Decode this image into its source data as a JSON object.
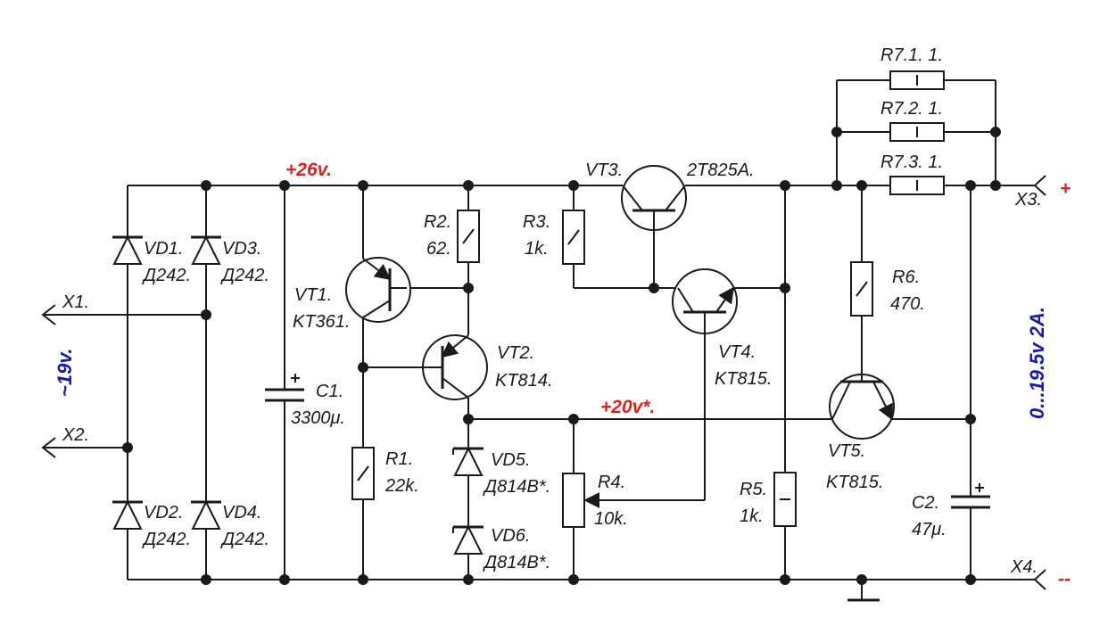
{
  "colors": {
    "wire": "#1a1a1a",
    "voltage_red": "#e02020",
    "voltage_blue": "#1a1aa8"
  },
  "labels": {
    "v26": "+26v.",
    "v20": "+20v*.",
    "v19": "~19v.",
    "vout": "0...19.5v  2A.",
    "x1": "X1.",
    "x2": "X2.",
    "x3": "X3.",
    "x4": "X4.",
    "plus": "+",
    "minus": "--",
    "vd1": "VD1.",
    "vd1_t": "Д242.",
    "vd2": "VD2.",
    "vd2_t": "Д242.",
    "vd3": "VD3.",
    "vd3_t": "Д242.",
    "vd4": "VD4.",
    "vd4_t": "Д242.",
    "c1": "C1.",
    "c1_v": "3300μ.",
    "vt1": "VT1.",
    "vt1_t": "KT361.",
    "r1": "R1.",
    "r1_v": "22k.",
    "r2": "R2.",
    "r2_v": "62.",
    "vt2": "VT2.",
    "vt2_t": "KT814.",
    "vd5": "VD5.",
    "vd5_t": "Д814В*.",
    "vd6": "VD6.",
    "vd6_t": "Д814В*.",
    "r3": "R3.",
    "r3_v": "1k.",
    "r4": "R4.",
    "r4_v": "10k.",
    "vt3": "VT3.",
    "vt3_t": "2T825A.",
    "vt4": "VT4.",
    "vt4_t": "KT815.",
    "r5": "R5.",
    "r5_v": "1k.",
    "r6": "R6.",
    "r6_v": "470.",
    "vt5": "VT5.",
    "vt5_t": "KT815.",
    "c2": "C2.",
    "c2_v": "47μ.",
    "r71": "R7.1.  1.",
    "r72": "R7.2.  1.",
    "r73": "R7.3.  1."
  }
}
